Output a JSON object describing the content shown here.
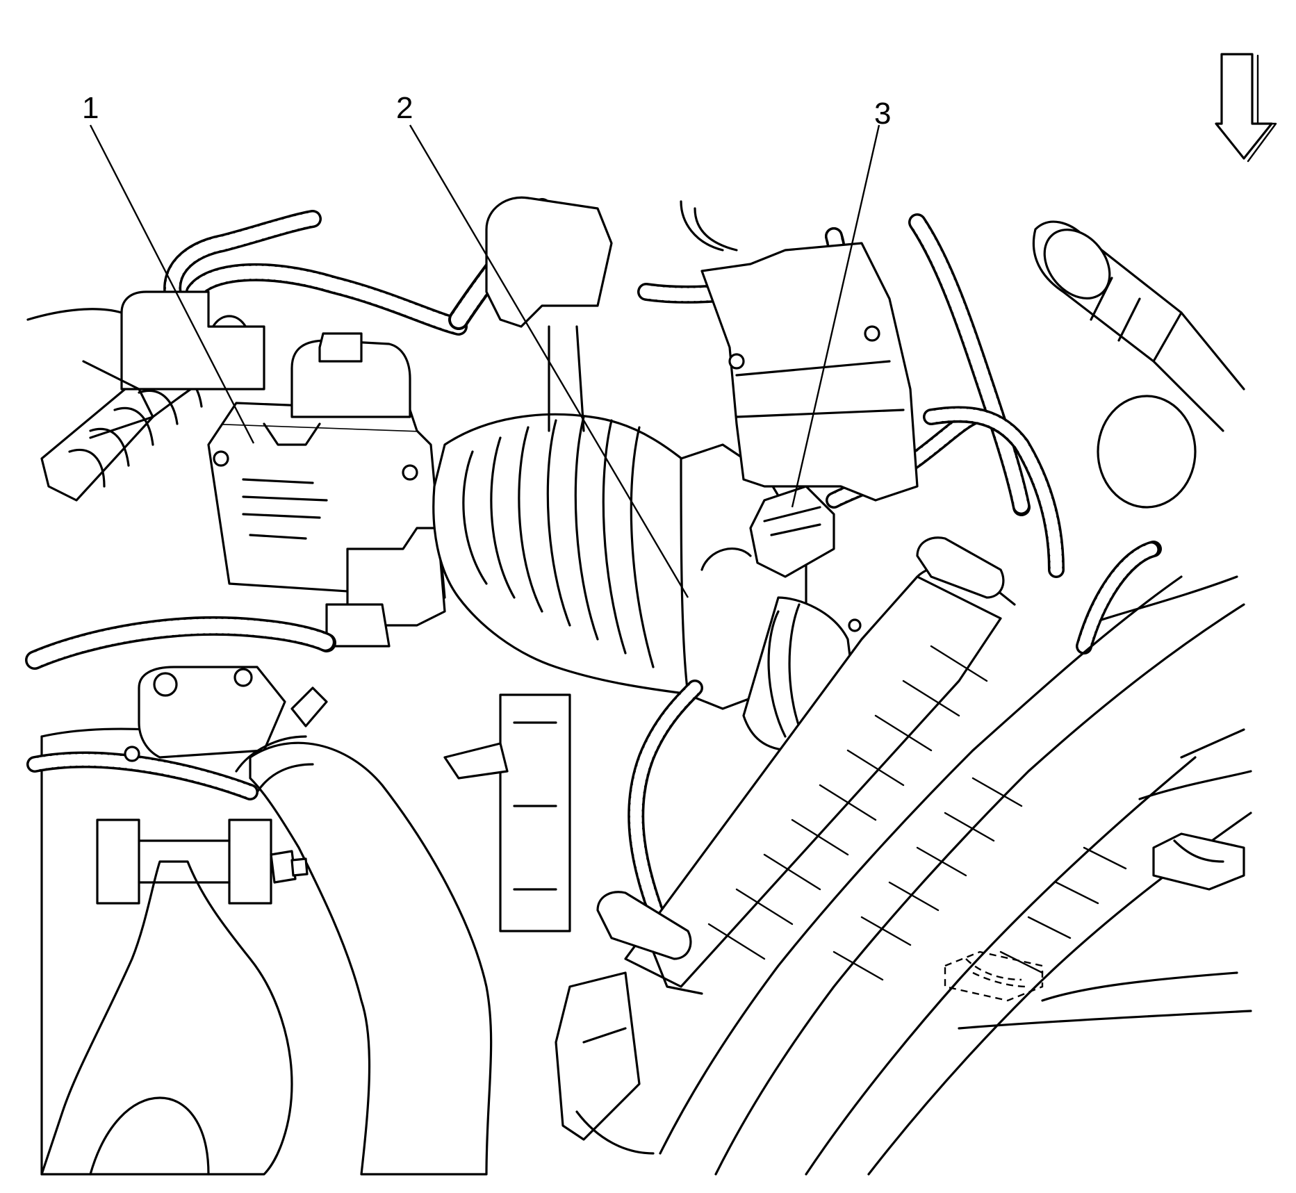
{
  "callouts": [
    {
      "id": 1,
      "label": "1",
      "part": ""
    },
    {
      "id": 2,
      "label": "2",
      "part": ""
    },
    {
      "id": 3,
      "label": "3",
      "part": ""
    }
  ],
  "indicator": {
    "icon": "down-arrow-icon",
    "direction": "down"
  },
  "colors": {
    "line": "#000000",
    "background": "#ffffff"
  }
}
